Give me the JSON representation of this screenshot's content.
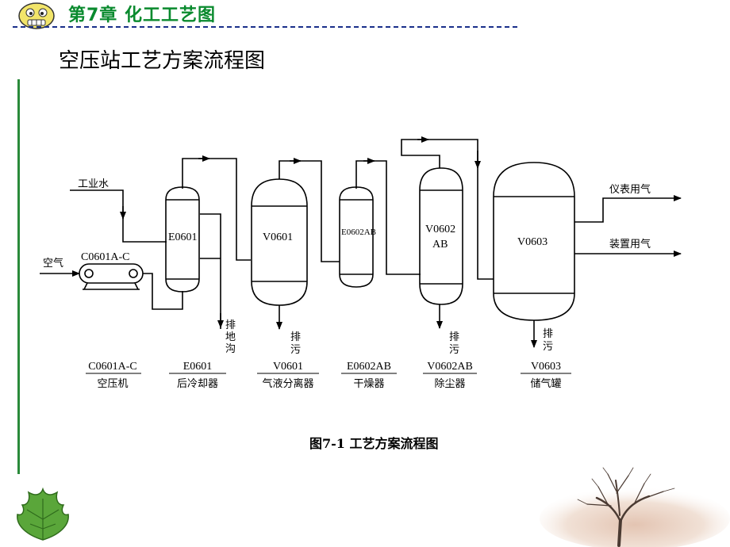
{
  "header": {
    "chapter": "第7章  化工工艺图"
  },
  "slide_title": "空压站工艺方案流程图",
  "diagram": {
    "inputs": {
      "water": "工业水",
      "air": "空气"
    },
    "outputs": {
      "instrument_air": "仪表用气",
      "plant_air": "装置用气"
    },
    "equipment": [
      {
        "tag": "C0601A-C",
        "name": "空压机"
      },
      {
        "tag": "E0601",
        "name": "后冷却器"
      },
      {
        "tag": "V0601",
        "name": "气液分离器"
      },
      {
        "tag": "E0602AB",
        "name": "干燥器"
      },
      {
        "tag": "V0602AB",
        "name": "除尘器"
      },
      {
        "tag": "V0603",
        "name": "储气罐"
      }
    ],
    "vessel_labels": {
      "compressor": "C0601A-C",
      "e0601": "E0601",
      "v0601": "V0601",
      "e0602": "E0602AB",
      "v0602_line1": "V0602",
      "v0602_line2": "AB",
      "v0603": "V0603"
    },
    "drains": {
      "e0601": [
        "排",
        "地",
        "沟"
      ],
      "v0601": [
        "排",
        "污"
      ],
      "v0602": [
        "排",
        "污"
      ],
      "v0603": [
        "排",
        "污"
      ]
    }
  },
  "caption": "图7-1 工艺方案流程图"
}
